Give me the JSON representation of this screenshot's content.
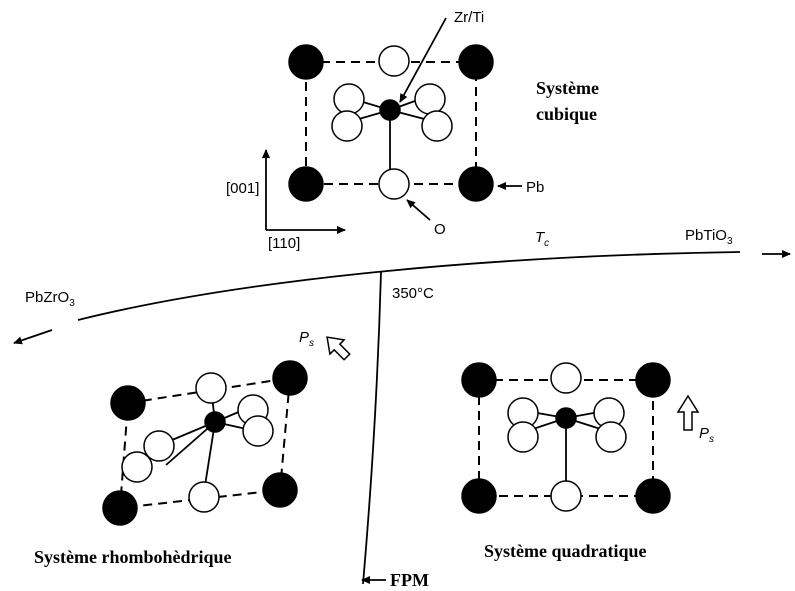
{
  "labels": {
    "zr_ti": "Zr/Ti",
    "cubic_title_1": "Système",
    "cubic_title_2": "cubique",
    "pb": "Pb",
    "o": "O",
    "dir_001": "[001]",
    "dir_110": "[110]",
    "tc_main": "T",
    "tc_sub": "c",
    "pbtio3_main": "PbTiO",
    "pbtio3_sub": "3",
    "pbzro3_main": "PbZrO",
    "pbzro3_sub": "3",
    "temp_350": "350°C",
    "ps_main": "P",
    "ps_sub": "s",
    "ps2_main": "P",
    "ps2_sub": "s",
    "rhombo_title": "Système rhombohèdrique",
    "quad_title": "Système quadratique",
    "fpm": "FPM"
  }
}
